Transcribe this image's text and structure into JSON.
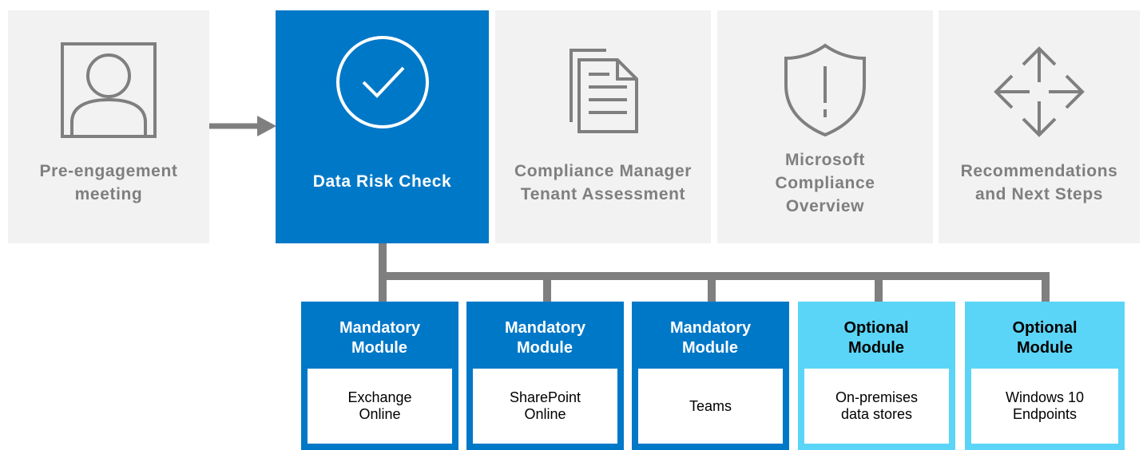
{
  "steps": [
    {
      "label": "Pre-engagement meeting",
      "icon": "person-icon"
    },
    {
      "label": "Data Risk Check",
      "icon": "check-circle-icon",
      "active": true
    },
    {
      "label": "Compliance Manager Tenant Assessment",
      "icon": "documents-icon"
    },
    {
      "label": "Microsoft Compliance Overview",
      "icon": "shield-alert-icon"
    },
    {
      "label": "Recommendations and Next Steps",
      "icon": "arrows-expand-icon"
    }
  ],
  "modules": [
    {
      "type": "Mandatory Module",
      "name": "Exchange\nOnline"
    },
    {
      "type": "Mandatory Module",
      "name": "SharePoint\nOnline"
    },
    {
      "type": "Mandatory Module",
      "name": "Teams"
    },
    {
      "type": "Optional Module",
      "name": "On-premises\ndata stores"
    },
    {
      "type": "Optional Module",
      "name": "Windows 10\nEndpoints"
    }
  ],
  "colors": {
    "active": "#0078c8",
    "optional": "#5bd5f7",
    "inactive_bg": "#f2f2f2",
    "inactive_text": "#7f7f7f",
    "connector": "#7f7f7f"
  }
}
